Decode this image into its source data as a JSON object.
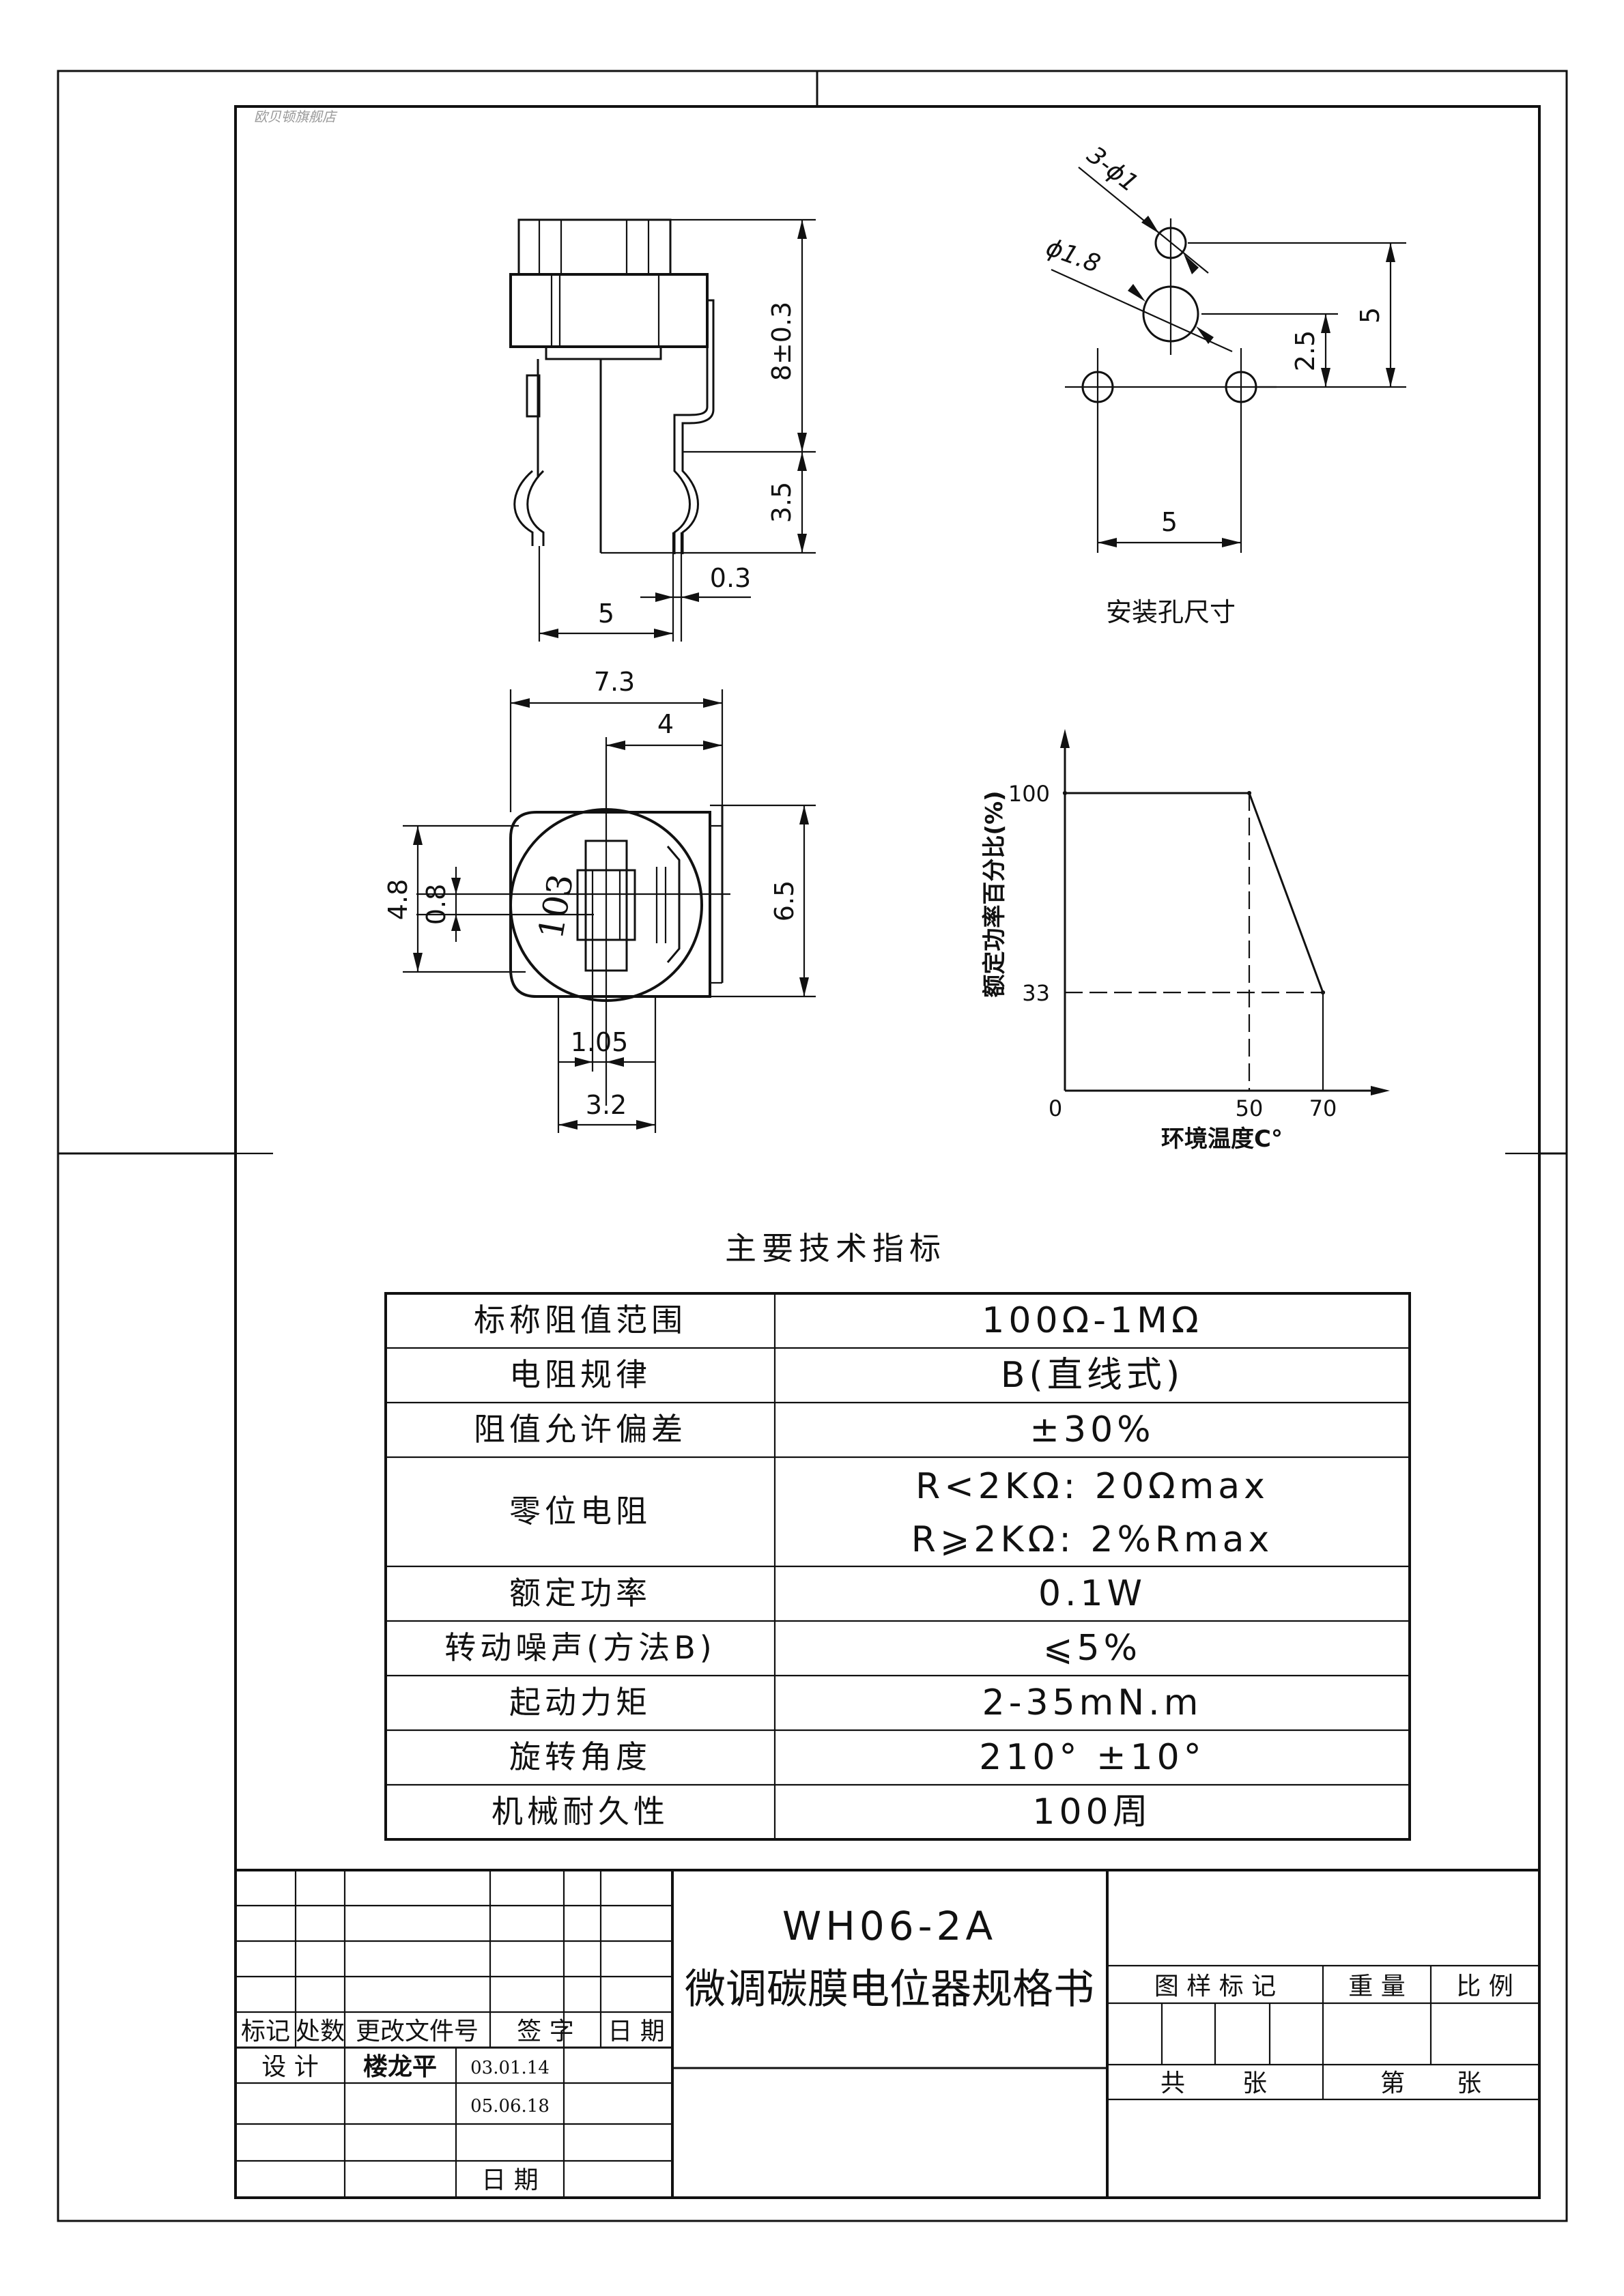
{
  "watermark": "欧贝顿旗舰店",
  "side_view": {
    "dim_height": "8±0.3",
    "dim_pin": "3.5",
    "dim_pin_thickness": "0.3",
    "dim_width": "5"
  },
  "mount_holes": {
    "label_small": "3-ϕ1",
    "label_large": "ϕ1.8",
    "dim_5_v": "5",
    "dim_2_5": "2.5",
    "dim_5_h": "5",
    "caption": "安装孔尺寸"
  },
  "front_view": {
    "dim_7_3": "7.3",
    "dim_4": "4",
    "dim_4_8": "4.8",
    "dim_0_8": "0.8",
    "dim_6_5": "6.5",
    "dim_1_05": "1.05",
    "dim_3_2": "3.2",
    "marking": "103"
  },
  "chart_data": {
    "type": "line",
    "xlabel": "环境温度C°",
    "ylabel": "额定功率百分比(%)",
    "x": [
      0,
      50,
      70
    ],
    "y": [
      100,
      100,
      33
    ],
    "xticks": [
      "0",
      "50",
      "70"
    ],
    "yticks": [
      "100",
      "33"
    ]
  },
  "specs": {
    "title": "主要技术指标",
    "rows": [
      {
        "name": "标称阻值范围",
        "value": "100Ω-1MΩ"
      },
      {
        "name": "电阻规律",
        "value": "B(直线式)"
      },
      {
        "name": "阻值允许偏差",
        "value": "±30%"
      },
      {
        "name": "零位电阻",
        "value": "R<2KΩ:  20Ωmax",
        "value2": "R⩾2KΩ:  2%Rmax"
      },
      {
        "name": "额定功率",
        "value": "0.1W"
      },
      {
        "name": "转动噪声(方法B)",
        "value": "⩽5%"
      },
      {
        "name": "起动力矩",
        "value": "2-35mN.m"
      },
      {
        "name": "旋转角度",
        "value": "210° ±10°"
      },
      {
        "name": "机械耐久性",
        "value": "100周"
      }
    ]
  },
  "title_block": {
    "model": "WH06-2A",
    "product": "微调碳膜电位器规格书",
    "rev_header": [
      "标记",
      "处数",
      "更改文件号",
      "签 字",
      "日 期"
    ],
    "design_label": "设 计",
    "designer": "楼龙平",
    "date1": "03.01.14",
    "date2": "05.06.18",
    "date_label": "日 期",
    "info_header": [
      "图 样 标 记",
      "重 量",
      "比 例"
    ],
    "total_label": "共",
    "sheet_label": "张",
    "page_label": "第",
    "page_sheet_label": "张"
  }
}
